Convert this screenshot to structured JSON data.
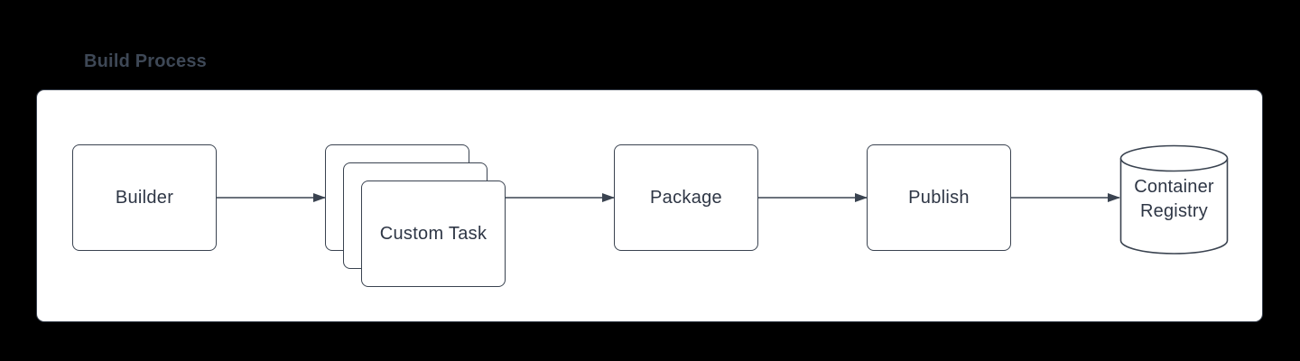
{
  "title": "Build Process",
  "colors": {
    "background": "#000000",
    "panel_fill": "#ffffff",
    "stroke": "#3a4350",
    "node_text": "#2e3645",
    "title_text": "#3e4856"
  },
  "diagram": {
    "nodes": [
      {
        "id": "builder",
        "label": "Builder",
        "shape": "process"
      },
      {
        "id": "custom-task",
        "label": "Custom Task",
        "shape": "stacked-process"
      },
      {
        "id": "package",
        "label": "Package",
        "shape": "process"
      },
      {
        "id": "publish",
        "label": "Publish",
        "shape": "process"
      },
      {
        "id": "container-registry",
        "label": "Container Registry",
        "shape": "database-cylinder"
      }
    ],
    "edges": [
      {
        "from": "builder",
        "to": "custom-task"
      },
      {
        "from": "custom-task",
        "to": "package"
      },
      {
        "from": "package",
        "to": "publish"
      },
      {
        "from": "publish",
        "to": "container-registry"
      }
    ]
  }
}
